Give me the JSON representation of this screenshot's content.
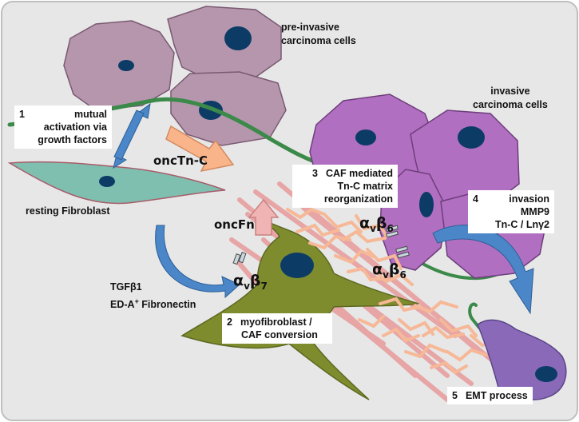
{
  "labels": {
    "pre_invasive": [
      "pre-invasive",
      "carcinoma cells"
    ],
    "invasive": [
      "invasive",
      "carcinoma cells"
    ],
    "resting_fibroblast": "resting Fibroblast",
    "oncTnC": "oncTn-C",
    "oncFn": "oncFn",
    "tgf": "TGFβ1",
    "edA_prefix": "ED-A",
    "edA_sup": "+",
    "edA_suffix": " Fibronectin"
  },
  "steps": {
    "s1": {
      "num": "1",
      "line1": "mutual",
      "line2": "activation via",
      "line3": "growth factors"
    },
    "s2": {
      "num": "2",
      "line1": "myofibroblast /",
      "line2": "CAF conversion"
    },
    "s3": {
      "num": "3",
      "line1": "CAF mediated",
      "line2": "Tn-C matrix",
      "line3": "reorganization"
    },
    "s4": {
      "num": "4",
      "line1": "invasion",
      "line2": "MMP9",
      "line3": "Tn-C / Lnγ2"
    },
    "s5": {
      "num": "5",
      "line1": "EMT process"
    }
  },
  "integrins": {
    "avb7": {
      "a": "α",
      "asub": "v",
      "b": "β",
      "bsub": "7"
    },
    "avb6": {
      "a": "α",
      "asub": "v",
      "b": "β",
      "bsub": "6"
    }
  },
  "colors": {
    "background": "#e7e7e7",
    "pre_invasive_cell": "#b596ac",
    "invasive_cell": "#b06fc0",
    "nucleus": "#0c3b66",
    "fibroblast": "#7fbfb0",
    "myofibroblast": "#7f8c2e",
    "emt_cell": "#8a6ab8",
    "matrix_fibers": "#f6b896",
    "red_fibers": "#e79a9a",
    "basement_membrane": "#3c8a4a",
    "arrow_blue": "#4a86c8",
    "arrow_peach": "#f9b48a"
  }
}
